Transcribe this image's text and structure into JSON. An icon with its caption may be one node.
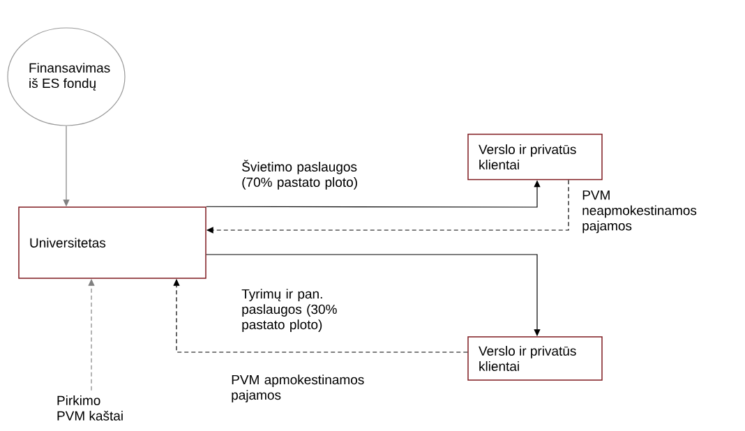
{
  "diagram": {
    "nodes": [
      {
        "text": [
          "Finansavimas iš ES fondų"
        ]
      },
      {
        "text": [
          "Universitetas"
        ]
      },
      {
        "text": [
          "Verslo ir privatūs klientai"
        ]
      },
      {
        "text": [
          "Verslo ir privatūs klientai"
        ]
      },
      {
        "text": [
          "Pirkimo PVM kaštai"
        ]
      }
    ],
    "edges": [
      {
        "from": 0,
        "to": 1,
        "arrow": "to",
        "color": "#808080"
      },
      {
        "from": 1,
        "to": 2,
        "arrow": "to",
        "label": "Švietimo paslaugos (70% pastato ploto)"
      },
      {
        "from": 2,
        "to": 1,
        "arrow": "to",
        "style": "dashed",
        "label": "PVM neapmokestinamos pajamos"
      },
      {
        "from": 1,
        "to": 3,
        "arrow": "to",
        "label": "Tyrimų ir pan. paslaugos (30% pastato ploto)"
      },
      {
        "from": 3,
        "to": 1,
        "arrow": "to",
        "style": "dashed",
        "label": "PVM apmokestinamos pajamos"
      },
      {
        "from": 4,
        "to": 1,
        "arrow": "to",
        "style": "dashed",
        "color": "#808080"
      }
    ]
  }
}
